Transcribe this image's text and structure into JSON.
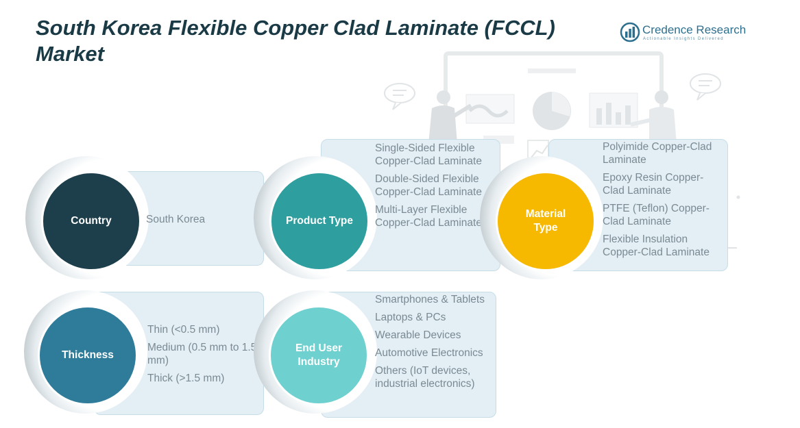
{
  "title": "South Korea Flexible Copper Clad Laminate (FCCL) Market",
  "logo": {
    "name": "Credence Research",
    "tagline": "Actionable Insights Delivered"
  },
  "colors": {
    "country": "#1d3e4b",
    "product_type": "#2e9e9e",
    "material_type": "#f7b800",
    "thickness": "#2f7c9a",
    "end_user": "#6fd0d0",
    "card": "#e3eff5",
    "title": "#1a3a46"
  },
  "segments": {
    "country": {
      "label": "Country",
      "items": [
        "South Korea"
      ]
    },
    "product_type": {
      "label": "Product Type",
      "items": [
        "Single-Sided Flexible Copper-Clad Laminate",
        "Double-Sided Flexible Copper-Clad Laminate",
        "Multi-Layer Flexible Copper-Clad Laminate"
      ]
    },
    "material_type": {
      "label": "Material Type",
      "items": [
        "Polyimide Copper-Clad Laminate",
        "Epoxy Resin Copper-Clad Laminate",
        "PTFE (Teflon) Copper-Clad Laminate",
        "Flexible Insulation Copper-Clad Laminate"
      ]
    },
    "thickness": {
      "label": "Thickness",
      "items": [
        "Thin (<0.5 mm)",
        "Medium (0.5 mm to 1.5 mm)",
        "Thick (>1.5 mm)"
      ]
    },
    "end_user": {
      "label": "End User Industry",
      "items": [
        "Smartphones & Tablets",
        "Laptops & PCs",
        "Wearable Devices",
        "Automotive Electronics",
        "Others (IoT devices, industrial electronics)"
      ]
    }
  }
}
